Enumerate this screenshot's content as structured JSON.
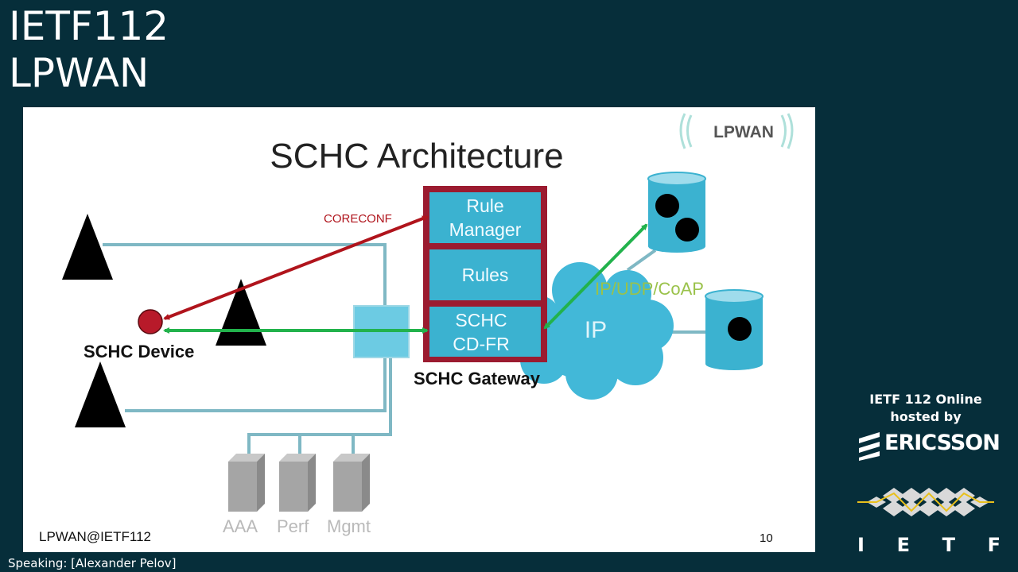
{
  "header": {
    "title_line1": "IETF112",
    "title_line2": "LPWAN"
  },
  "slide": {
    "title": "SCHC Architecture",
    "lpwan_badge": "LPWAN",
    "coreconf_label": "CORECONF",
    "gateway_boxes": {
      "rule_manager_line1": "Rule",
      "rule_manager_line2": "Manager",
      "rules": "Rules",
      "cdfr_line1": "SCHC",
      "cdfr_line2": "CD-FR"
    },
    "gateway_label": "SCHC Gateway",
    "device_label": "SCHC Device",
    "protocol_label": "IP/UDP/CoAP",
    "cloud_label": "IP",
    "servers": [
      "AAA",
      "Perf",
      "Mgmt"
    ],
    "footer_left": "LPWAN@IETF112",
    "page_number": "10"
  },
  "speaking": "Speaking: [Alexander Pelov]",
  "sidebar": {
    "host_line1": "IETF 112 Online",
    "host_line2": "hosted by",
    "sponsor": "ERICSSON",
    "ietf_letters": [
      "I",
      "E",
      "T",
      "F"
    ]
  },
  "colors": {
    "background": "#062e3a",
    "gateway_border": "#9b1b30",
    "box_fill": "#3bb2d0",
    "coreconf_arrow": "#b0141c",
    "data_arrow": "#22b24c",
    "link_line": "#7fb8c4",
    "protocol_text": "#9ac24a",
    "server_gray": "#a5a5a5"
  },
  "icons": [
    "antenna-triangle-icon",
    "cloud-icon",
    "database-icon",
    "server-icon",
    "ericsson-logo-icon",
    "ietf-diamond-logo-icon"
  ]
}
